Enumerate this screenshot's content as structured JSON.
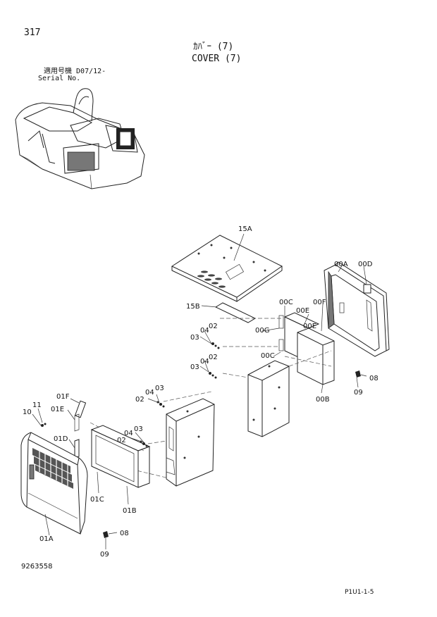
{
  "header": {
    "page_number": "317",
    "title_jp": "ｶﾊﾞｰ (7)",
    "title_en": "COVER (7)",
    "serial_label_jp": "適用号機",
    "serial_range": "D07/12-",
    "serial_label_en": "Serial No."
  },
  "footer": {
    "document_number": "9263558",
    "page_reference": "P1U1-1-5"
  },
  "callouts": {
    "c15A": "15A",
    "c15B": "15B",
    "c00A": "00A",
    "c00D": "00D",
    "c00C_top": "00C",
    "c00E_left": "00E",
    "c00F": "00F",
    "c00E_right": "00E",
    "c00G": "00G",
    "c00C_bottom": "00C",
    "c00B": "00B",
    "c08_right": "08",
    "c09_right": "09",
    "c02_a": "02",
    "c04_a": "04",
    "c03_a": "03",
    "c02_b": "02",
    "c04_b": "04",
    "c03_b": "03",
    "c01F": "01F",
    "c01E": "01E",
    "c01D": "01D",
    "c11": "11",
    "c10": "10",
    "c02_c": "02",
    "c04_c": "04",
    "c03_c": "03",
    "c02_d": "02",
    "c04_d": "04",
    "c03_d": "03",
    "c01C": "01C",
    "c01B": "01B",
    "c01A": "01A",
    "c08_left": "08",
    "c09_left": "09"
  }
}
